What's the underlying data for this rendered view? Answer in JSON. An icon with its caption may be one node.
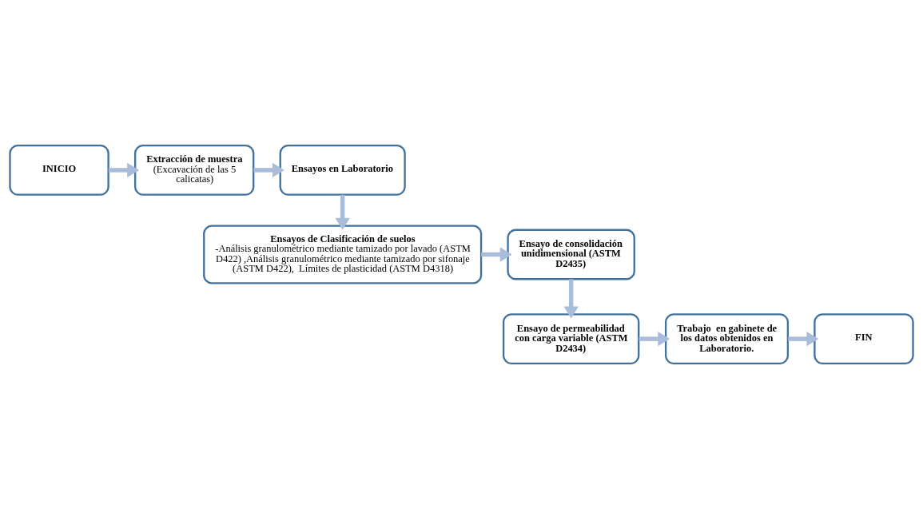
{
  "diagram": {
    "nodes": [
      {
        "text": [
          "INICIO"
        ]
      },
      {
        "text": [
          "Extracción de muestra",
          "(Excavación de las 5 calicatas)"
        ]
      },
      {
        "text": [
          "Ensayos en Laboratorio"
        ]
      },
      {
        "text": [
          "Ensayos de Clasificación de suelos",
          "-Análisis granulométrico mediante tamizado por lavado (ASTM D422) ,Análisis granulométrico mediante tamizado por sifonaje (ASTM D422),  Límites de plasticidad (ASTM D4318)"
        ]
      },
      {
        "text": [
          "Ensayo de consolidación unidimensional (ASTM D2435)"
        ]
      },
      {
        "text": [
          "Ensayo de permeabilidad con carga variable (ASTM D2434)"
        ]
      },
      {
        "text": [
          "Trabajo  en gabinete de los datos obtenidos en Laboratorio."
        ]
      },
      {
        "text": [
          "FIN"
        ]
      }
    ],
    "edges": [
      {
        "from": 0,
        "to": 1,
        "arrow": "to"
      },
      {
        "from": 1,
        "to": 2,
        "arrow": "to"
      },
      {
        "from": 2,
        "to": 3,
        "arrow": "to"
      },
      {
        "from": 3,
        "to": 4,
        "arrow": "to"
      },
      {
        "from": 4,
        "to": 5,
        "arrow": "to"
      },
      {
        "from": 5,
        "to": 6,
        "arrow": "to"
      },
      {
        "from": 6,
        "to": 7,
        "arrow": "to"
      }
    ]
  }
}
